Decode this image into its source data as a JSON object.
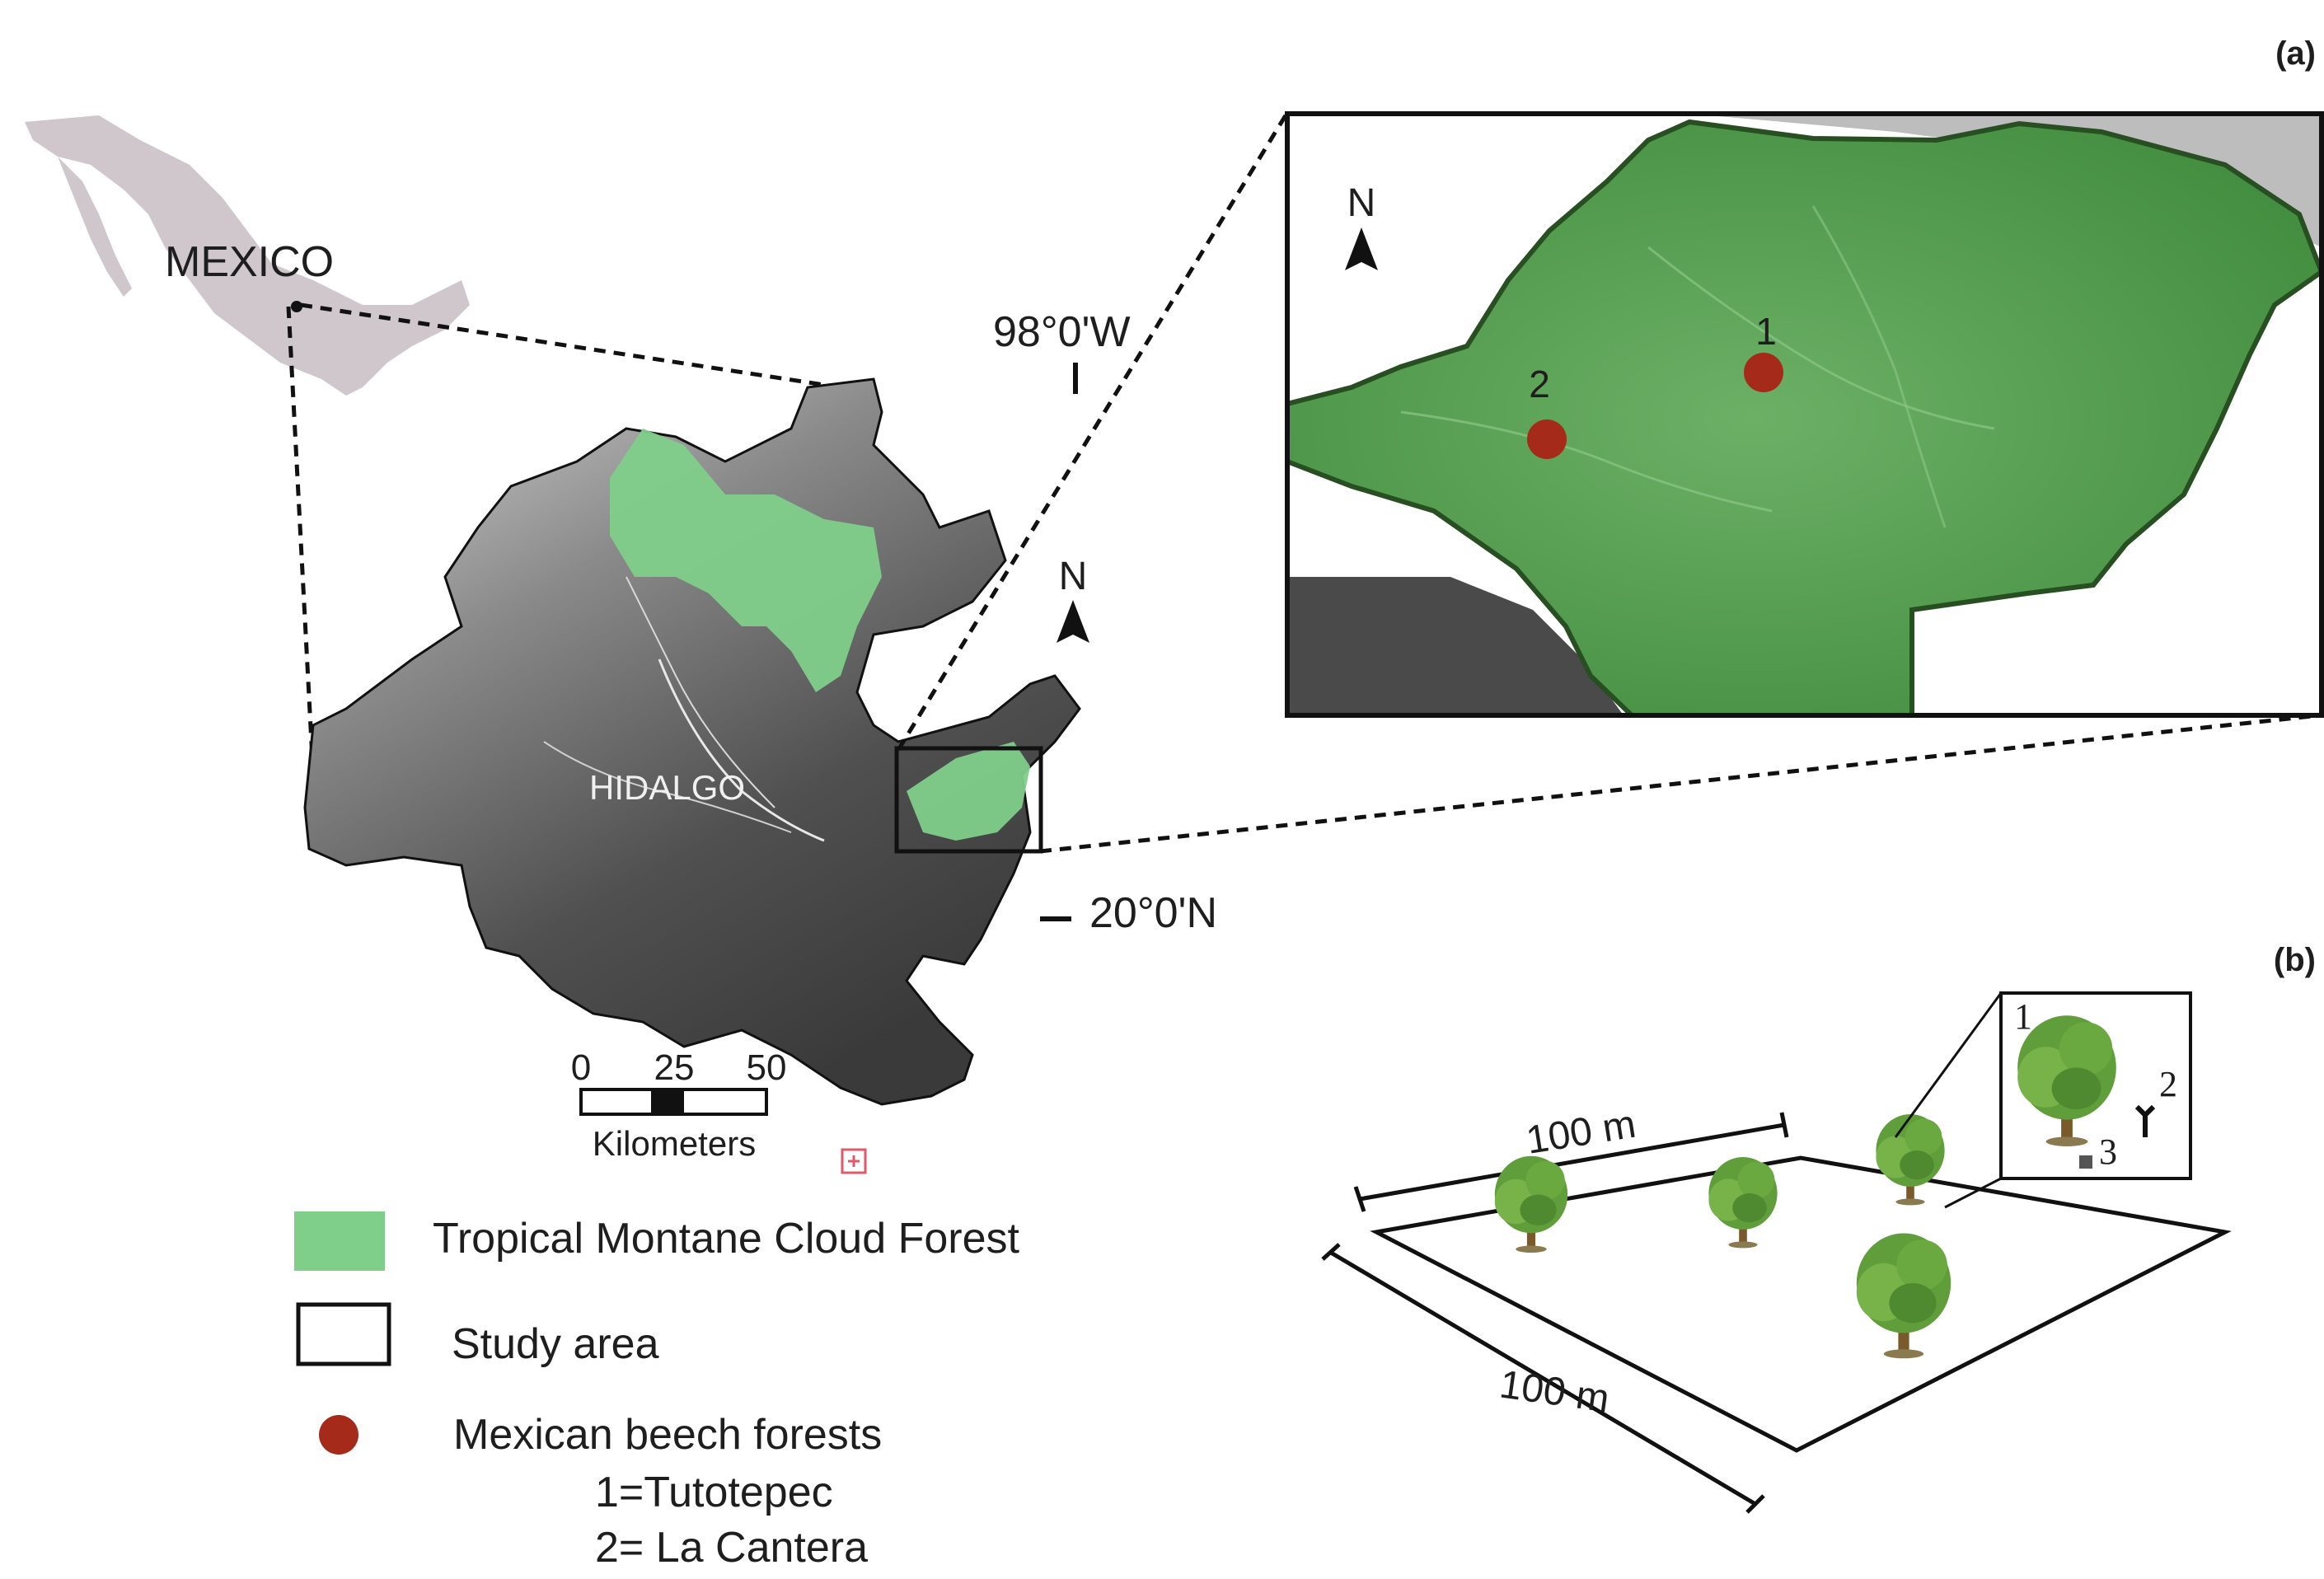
{
  "panels": {
    "a_label": "(a)",
    "b_label": "(b)"
  },
  "map": {
    "country_label": "MEXICO",
    "state_label": "HIDALGO",
    "longitude_label": "98°0'W",
    "latitude_label": "20°0'N",
    "north_label": "N",
    "inset_north_label": "N",
    "scale_bar": {
      "ticks": [
        "0",
        "25",
        "50"
      ],
      "unit": "Kilometers"
    },
    "sites": [
      {
        "id": "1",
        "name": "Tutotepec"
      },
      {
        "id": "2",
        "name": "La Cantera"
      }
    ]
  },
  "legend": {
    "cloud_forest": "Tropical Montane Cloud Forest",
    "study_area": "Study area",
    "beech_forests": "Mexican beech forests",
    "site_1": "1=Tutotepec",
    "site_2": "2= La Cantera"
  },
  "plot_diagram": {
    "side_top": "100 m",
    "side_left": "100 m",
    "inset_labels": [
      "1",
      "2",
      "3"
    ]
  },
  "colors": {
    "forest_green": "#7fcf8a",
    "inset_green": "#4e9a4a",
    "site_marker": "#a52a1a",
    "relief_dark": "#4a4a4a",
    "mexico_gray": "#cfc7cc",
    "tree_green": "#5f9e3a",
    "trunk": "#7a5a2a"
  }
}
